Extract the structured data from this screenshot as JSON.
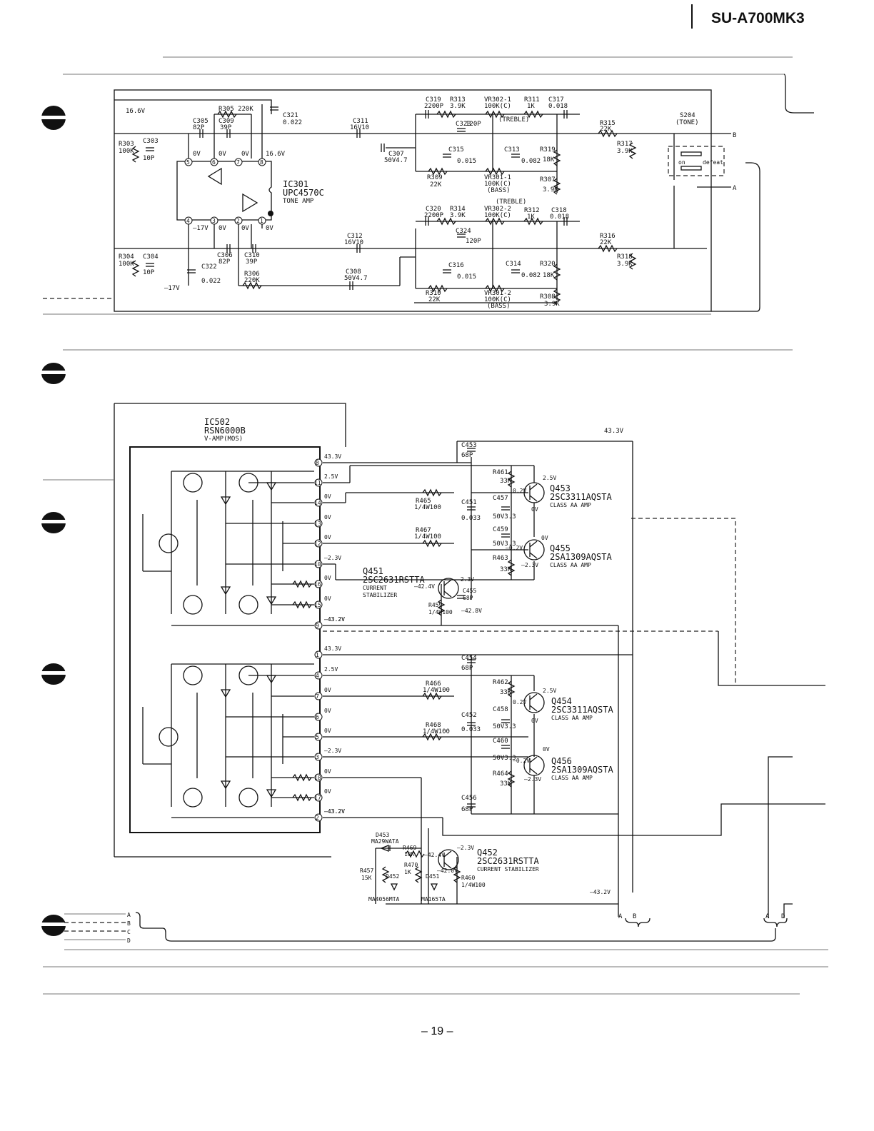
{
  "header": {
    "model": "SU-A700MK3"
  },
  "footer": {
    "page_number": "– 19 –"
  },
  "tone_amp": {
    "ic_ref": "IC301",
    "ic_part": "UPC4570C",
    "ic_desc": "TONE AMP",
    "supply_pos": "16.6V",
    "supply_neg": "–17V",
    "pin8_v": "16.6V",
    "pin_v_0": "0V",
    "pin4_v": "–17V",
    "r305": "R305 220K",
    "c305": "C305",
    "c305_v": "82P",
    "c309": "C309",
    "c309_v": "39P",
    "c321": "C321",
    "c321_v": "0.022",
    "r303": "R303",
    "r303_v": "100K",
    "c303": "C303",
    "c303_v": "10P",
    "c311": "C311",
    "c311_v": "16V10",
    "c307": "C307",
    "c307_v": "50V4.7",
    "c319": "C319",
    "c319_v": "2200P",
    "r313": "R313",
    "r313_v": "3.9K",
    "c323": "C323",
    "c323_v": "120P",
    "vr302_1": "VR302-1",
    "vr302_1_v": "100K(C)",
    "treble": "(TREBLE)",
    "r311": "R311",
    "r311_v": "1K",
    "c317": "C317",
    "c317_v": "0.018",
    "c315": "C315",
    "c315_v": "0.015",
    "c313": "C313",
    "c313_v": "0.082",
    "r319": "R319",
    "r319_v": "18K",
    "r309": "R309",
    "r309_v": "22K",
    "vr301_1": "VR301-1",
    "vr301_1_v": "100K(C)",
    "bass": "(BASS)",
    "r307": "R307",
    "r307_v": "3.9K",
    "r315": "R315",
    "r315_v": "22K",
    "r317": "R317",
    "r317_v": "3.9K",
    "s204": "S204",
    "s204_desc": "(TONE)",
    "s204_on": "on",
    "s204_defeat": "defeat",
    "c320": "C320",
    "c320_v": "2200P",
    "r314": "R314",
    "r314_v": "3.9K",
    "vr302_2": "VR302-2",
    "vr302_2_v": "100K(C)",
    "r312": "R312",
    "r312_v": "1K",
    "c318": "C318",
    "c318_v": "0.018",
    "c324": "C324",
    "c324_v": "120P",
    "c312": "C312",
    "c312_v": "16V10",
    "r316": "R316",
    "r316_v": "22K",
    "r318": "R318",
    "r318_v": "3.9K",
    "r304": "R304",
    "r304_v": "100K",
    "c304": "C304",
    "c304_v": "10P",
    "c306": "C306",
    "c306_v": "82P",
    "c310": "C310",
    "c310_v": "39P",
    "r306": "R306",
    "r306_v": "220K",
    "c322": "C322",
    "c322_v": "0.022",
    "c308": "C308",
    "c308_v": "50V4.7",
    "c316": "C316",
    "c316_v": "0.015",
    "c314": "C314",
    "c314_v": "0.082",
    "r320": "R320",
    "r320_v": "18K",
    "r310": "R310",
    "r310_v": "22K",
    "vr301_2": "VR301-2",
    "vr301_2_v": "100K(C)",
    "r308": "R308",
    "r308_v": "3.9K",
    "conn_b": "B",
    "conn_a": "A"
  },
  "power_amp": {
    "ic_ref": "IC502",
    "ic_part": "RSN6000B",
    "ic_desc": "V-AMP(MOS)",
    "rail_pos": "43.3V",
    "rail_neg": "–43.2V",
    "pins_upper": [
      "8",
      "11",
      "14",
      "13",
      "12",
      "10",
      "16",
      "15",
      "9"
    ],
    "pins_upper_v": [
      "43.3V",
      "2.5V",
      "0V",
      "0V",
      "0V",
      "–2.3V",
      "0V",
      "0V",
      "–43.2V"
    ],
    "pins_lower": [
      "1",
      "4",
      "7",
      "6",
      "5",
      "3",
      "18",
      "17",
      "2"
    ],
    "pins_lower_v": [
      "43.3V",
      "2.5V",
      "0V",
      "0V",
      "0V",
      "–2.3V",
      "0V",
      "0V",
      "–43.2V"
    ],
    "r465": "R465",
    "r465_v": "1/4W100",
    "r467": "R467",
    "r467_v": "1/4W100",
    "r466": "R466",
    "r466_v": "1/4W100",
    "r468": "R468",
    "r468_v": "1/4W100",
    "c453": "C453",
    "c453_v": "68P",
    "c451": "C451",
    "c451_v": "0.033",
    "c457": "C457",
    "c457_v": "50V3.3",
    "c459": "C459",
    "c459_v": "50V3.3",
    "r461": "R461",
    "r461_v": "33K",
    "r463": "R463",
    "r463_v": "33K",
    "c454": "C454",
    "c454_v": "68P",
    "c452": "C452",
    "c452_v": "0.033",
    "c458": "C458",
    "c458_v": "50V3.3",
    "c460": "C460",
    "c460_v": "50V3.3",
    "r462": "R462",
    "r462_v": "33K",
    "r464": "R464",
    "r464_v": "33K",
    "c456": "C456",
    "c456_v": "68P",
    "c455": "C455",
    "c455_v": "68P",
    "q453": "Q453",
    "q453_part": "2SC3311AQSTA",
    "q453_desc": "CLASS AA AMP",
    "q455": "Q455",
    "q455_part": "2SA1309AQSTA",
    "q455_desc": "CLASS AA AMP",
    "q454": "Q454",
    "q454_part": "2SC3311AQSTA",
    "q454_desc": "CLASS AA AMP",
    "q456": "Q456",
    "q456_part": "2SA1309AQSTA",
    "q456_desc": "CLASS AA AMP",
    "q451": "Q451",
    "q451_part": "2SC2631RSTTA",
    "q451_desc1": "CURRENT",
    "q451_desc2": "STABILIZER",
    "q452": "Q452",
    "q452_part": "2SC2631RSTTA",
    "q452_desc": "CURRENT STABILIZER",
    "r459": "R459",
    "r459_v": "1/4W100",
    "r460": "R460",
    "r460_v": "1/4W100",
    "d453": "D453",
    "d453_part": "MA29WATA",
    "r469": "R469",
    "r469_v": "10K",
    "r470": "R470",
    "r470_v": "1K",
    "r457": "R457",
    "r457_v": "15K",
    "d452": "D452",
    "d452_part": "MA4056MTA",
    "d451": "D451",
    "d451_part": "MA165TA",
    "v_q453_b": "0.2V",
    "v_q453_c": "2.5V",
    "v_q453_e": "0V",
    "v_q455_b": "–0.2V",
    "v_q455_c": "0V",
    "v_q455_e": "–2.3V",
    "v_q454_b": "0.2V",
    "v_q454_c": "2.5V",
    "v_q454_e": "0V",
    "v_q456_b": "–0.2V",
    "v_q456_c": "0V",
    "v_q456_e": "–2.3V",
    "v_q451_c": "–2.3V",
    "v_q451_b": "–42.4V",
    "v_q451_e": "–42.8V",
    "v_q452_c": "–2.3V",
    "v_q452_b": "–42.4V",
    "v_q452_e": "–42.0V",
    "v_top": "43.3V",
    "v_bot": "–43.2V",
    "conn_left": [
      "A",
      "B",
      "C",
      "D"
    ],
    "conn_mid_a": "A",
    "conn_mid_b": "B",
    "conn_right_a": "A",
    "conn_right_d": "D"
  }
}
